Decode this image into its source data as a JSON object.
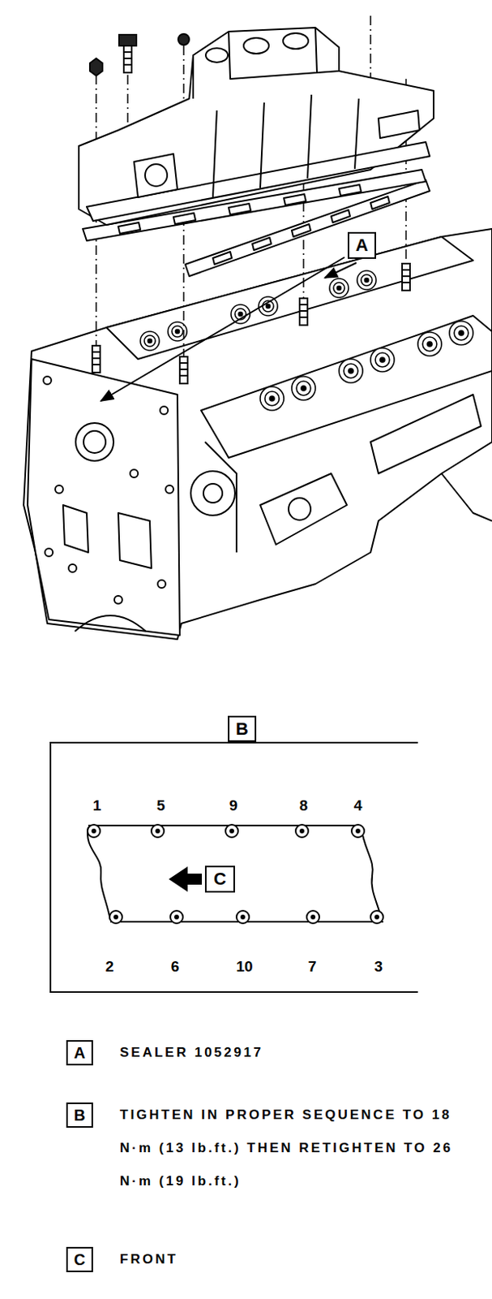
{
  "diagram": {
    "nodes": [
      {
        "text": [
          "A"
        ]
      },
      {
        "text": [
          "B"
        ]
      },
      {
        "text": [
          "1",
          "5",
          "9",
          "8",
          "4",
          "2",
          "6",
          "10",
          "7",
          "3"
        ]
      },
      {
        "text": [
          "C"
        ],
        "in": 2
      },
      {
        "text": [
          "A",
          "SEALER 1052917"
        ]
      },
      {
        "text": [
          "B",
          "TIGHTEN IN PROPER SEQUENCE TO 18 N·m (13 lb.ft.) THEN RETIGHTEN TO 26 N·m (19 lb.ft.)"
        ]
      },
      {
        "text": [
          "C",
          "FRONT"
        ]
      }
    ]
  }
}
